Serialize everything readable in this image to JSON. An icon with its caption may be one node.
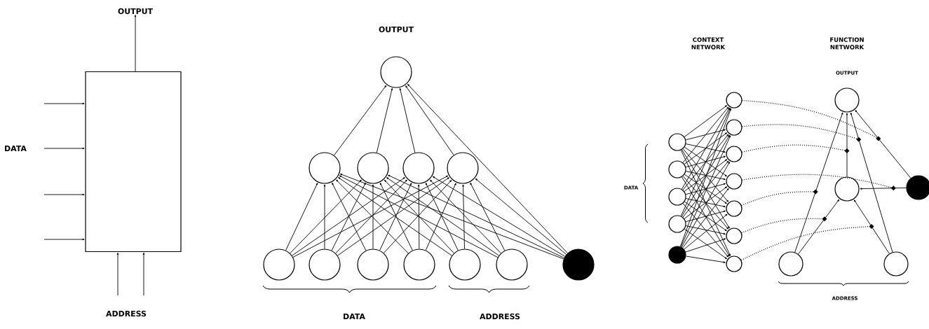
{
  "diagram": {
    "nodes": [
      {
        "text": [],
        "shape": "box"
      },
      {
        "text": [],
        "shape": "circle"
      },
      {
        "text": [],
        "shape": "circle"
      },
      {
        "text": [],
        "shape": "circle"
      },
      {
        "text": [],
        "shape": "circle"
      },
      {
        "text": [],
        "shape": "circle"
      },
      {
        "text": [],
        "shape": "circle"
      },
      {
        "text": [],
        "shape": "circle"
      },
      {
        "text": [],
        "shape": "circle"
      },
      {
        "text": [],
        "shape": "circle"
      },
      {
        "text": [],
        "shape": "circle"
      },
      {
        "text": [],
        "shape": "circle"
      },
      {
        "text": [],
        "shape": "dot"
      },
      {
        "text": [],
        "shape": "circle"
      },
      {
        "text": [],
        "shape": "circle"
      },
      {
        "text": [],
        "shape": "circle"
      },
      {
        "text": [],
        "shape": "circle"
      },
      {
        "text": [],
        "shape": "dot"
      },
      {
        "text": [],
        "shape": "circle"
      },
      {
        "text": [],
        "shape": "circle"
      },
      {
        "text": [],
        "shape": "circle"
      },
      {
        "text": [],
        "shape": "circle"
      },
      {
        "text": [],
        "shape": "circle"
      },
      {
        "text": [],
        "shape": "circle"
      },
      {
        "text": [],
        "shape": "circle"
      },
      {
        "text": [],
        "shape": "circle"
      },
      {
        "text": [],
        "shape": "circle"
      },
      {
        "text": [],
        "shape": "dot"
      },
      {
        "text": [],
        "shape": "circle"
      },
      {
        "text": [],
        "shape": "circle"
      },
      {
        "text": [
          "OUTPUT"
        ]
      }
    ],
    "edges": [
      {
        "from": 0,
        "to": 30,
        "arrow": "to"
      },
      {
        "from": null,
        "to": 0,
        "arrow": "to"
      },
      {
        "from": null,
        "to": 0,
        "arrow": "to"
      },
      {
        "from": null,
        "to": 0,
        "arrow": "to"
      },
      {
        "from": null,
        "to": 0,
        "arrow": "to"
      },
      {
        "from": null,
        "to": 0,
        "arrow": "to"
      },
      {
        "from": null,
        "to": 0,
        "arrow": "to"
      },
      {
        "from": 6,
        "to": 2,
        "arrow": "to"
      },
      {
        "from": 7,
        "to": 2,
        "arrow": "to"
      },
      {
        "from": 8,
        "to": 2,
        "arrow": "to"
      },
      {
        "from": 9,
        "to": 2,
        "arrow": "to"
      },
      {
        "from": 10,
        "to": 2,
        "arrow": "to"
      },
      {
        "from": 11,
        "to": 2,
        "arrow": "to"
      },
      {
        "from": 12,
        "to": 2,
        "arrow": "to"
      },
      {
        "from": 6,
        "to": 3,
        "arrow": "to"
      },
      {
        "from": 7,
        "to": 3,
        "arrow": "to"
      },
      {
        "from": 8,
        "to": 3,
        "arrow": "to"
      },
      {
        "from": 9,
        "to": 3,
        "arrow": "to"
      },
      {
        "from": 10,
        "to": 3,
        "arrow": "to"
      },
      {
        "from": 11,
        "to": 3,
        "arrow": "to"
      },
      {
        "from": 12,
        "to": 3,
        "arrow": "to"
      },
      {
        "from": 6,
        "to": 4,
        "arrow": "to"
      },
      {
        "from": 7,
        "to": 4,
        "arrow": "to"
      },
      {
        "from": 8,
        "to": 4,
        "arrow": "to"
      },
      {
        "from": 9,
        "to": 4,
        "arrow": "to"
      },
      {
        "from": 10,
        "to": 4,
        "arrow": "to"
      },
      {
        "from": 11,
        "to": 4,
        "arrow": "to"
      },
      {
        "from": 12,
        "to": 4,
        "arrow": "to"
      },
      {
        "from": 6,
        "to": 5,
        "arrow": "to"
      },
      {
        "from": 7,
        "to": 5,
        "arrow": "to"
      },
      {
        "from": 8,
        "to": 5,
        "arrow": "to"
      },
      {
        "from": 9,
        "to": 5,
        "arrow": "to"
      },
      {
        "from": 10,
        "to": 5,
        "arrow": "to"
      },
      {
        "from": 11,
        "to": 5,
        "arrow": "to"
      },
      {
        "from": 12,
        "to": 5,
        "arrow": "to"
      },
      {
        "from": 2,
        "to": 1,
        "arrow": "to"
      },
      {
        "from": 3,
        "to": 1,
        "arrow": "to"
      },
      {
        "from": 4,
        "to": 1,
        "arrow": "to"
      },
      {
        "from": 5,
        "to": 1,
        "arrow": "to"
      },
      {
        "from": 12,
        "to": 1,
        "arrow": "to"
      },
      {
        "from": 13,
        "to": 18,
        "arrow": "to"
      },
      {
        "from": 13,
        "to": 19,
        "arrow": "to"
      },
      {
        "from": 13,
        "to": 20,
        "arrow": "to"
      },
      {
        "from": 13,
        "to": 21,
        "arrow": "to"
      },
      {
        "from": 13,
        "to": 22,
        "arrow": "to"
      },
      {
        "from": 13,
        "to": 23,
        "arrow": "to"
      },
      {
        "from": 13,
        "to": 24,
        "arrow": "to"
      },
      {
        "from": 14,
        "to": 18,
        "arrow": "to"
      },
      {
        "from": 14,
        "to": 19,
        "arrow": "to"
      },
      {
        "from": 14,
        "to": 20,
        "arrow": "to"
      },
      {
        "from": 14,
        "to": 21,
        "arrow": "to"
      },
      {
        "from": 14,
        "to": 22,
        "arrow": "to"
      },
      {
        "from": 14,
        "to": 23,
        "arrow": "to"
      },
      {
        "from": 14,
        "to": 24,
        "arrow": "to"
      },
      {
        "from": 15,
        "to": 18,
        "arrow": "to"
      },
      {
        "from": 15,
        "to": 19,
        "arrow": "to"
      },
      {
        "from": 15,
        "to": 20,
        "arrow": "to"
      },
      {
        "from": 15,
        "to": 21,
        "arrow": "to"
      },
      {
        "from": 15,
        "to": 22,
        "arrow": "to"
      },
      {
        "from": 15,
        "to": 23,
        "arrow": "to"
      },
      {
        "from": 15,
        "to": 24,
        "arrow": "to"
      },
      {
        "from": 16,
        "to": 18,
        "arrow": "to"
      },
      {
        "from": 16,
        "to": 19,
        "arrow": "to"
      },
      {
        "from": 16,
        "to": 20,
        "arrow": "to"
      },
      {
        "from": 16,
        "to": 21,
        "arrow": "to"
      },
      {
        "from": 16,
        "to": 22,
        "arrow": "to"
      },
      {
        "from": 16,
        "to": 23,
        "arrow": "to"
      },
      {
        "from": 16,
        "to": 24,
        "arrow": "to"
      },
      {
        "from": 17,
        "to": 18,
        "arrow": "to"
      },
      {
        "from": 17,
        "to": 19,
        "arrow": "to"
      },
      {
        "from": 17,
        "to": 20,
        "arrow": "to"
      },
      {
        "from": 17,
        "to": 21,
        "arrow": "to"
      },
      {
        "from": 17,
        "to": 22,
        "arrow": "to"
      },
      {
        "from": 17,
        "to": 23,
        "arrow": "to"
      },
      {
        "from": 17,
        "to": 24,
        "arrow": "to"
      },
      {
        "from": 28,
        "to": 25,
        "arrow": "to"
      },
      {
        "from": 28,
        "to": 26,
        "arrow": "to"
      },
      {
        "from": 29,
        "to": 25,
        "arrow": "to"
      },
      {
        "from": 29,
        "to": 26,
        "arrow": "to"
      },
      {
        "from": 26,
        "to": 25,
        "arrow": "to"
      },
      {
        "from": 27,
        "to": 25,
        "arrow": "to"
      },
      {
        "from": 27,
        "to": 26,
        "arrow": "to"
      },
      {
        "from": 18,
        "to": null,
        "arrow": "none",
        "style": "dashed"
      },
      {
        "from": 19,
        "to": null,
        "arrow": "none",
        "style": "dashed"
      },
      {
        "from": 20,
        "to": null,
        "arrow": "none",
        "style": "dashed"
      },
      {
        "from": 21,
        "to": null,
        "arrow": "none",
        "style": "dashed"
      },
      {
        "from": 22,
        "to": null,
        "arrow": "none",
        "style": "dashed"
      },
      {
        "from": 23,
        "to": null,
        "arrow": "none",
        "style": "dashed"
      },
      {
        "from": 24,
        "to": null,
        "arrow": "none",
        "style": "dashed"
      }
    ],
    "labels": [
      "DATA",
      "ADDRESS",
      "OUTPUT",
      "DATA",
      "ADDRESS",
      "CONTEXT NETWORK",
      "FUNCTION NETWORK",
      "DATA",
      "OUTPUT",
      "ADDRESS"
    ]
  }
}
